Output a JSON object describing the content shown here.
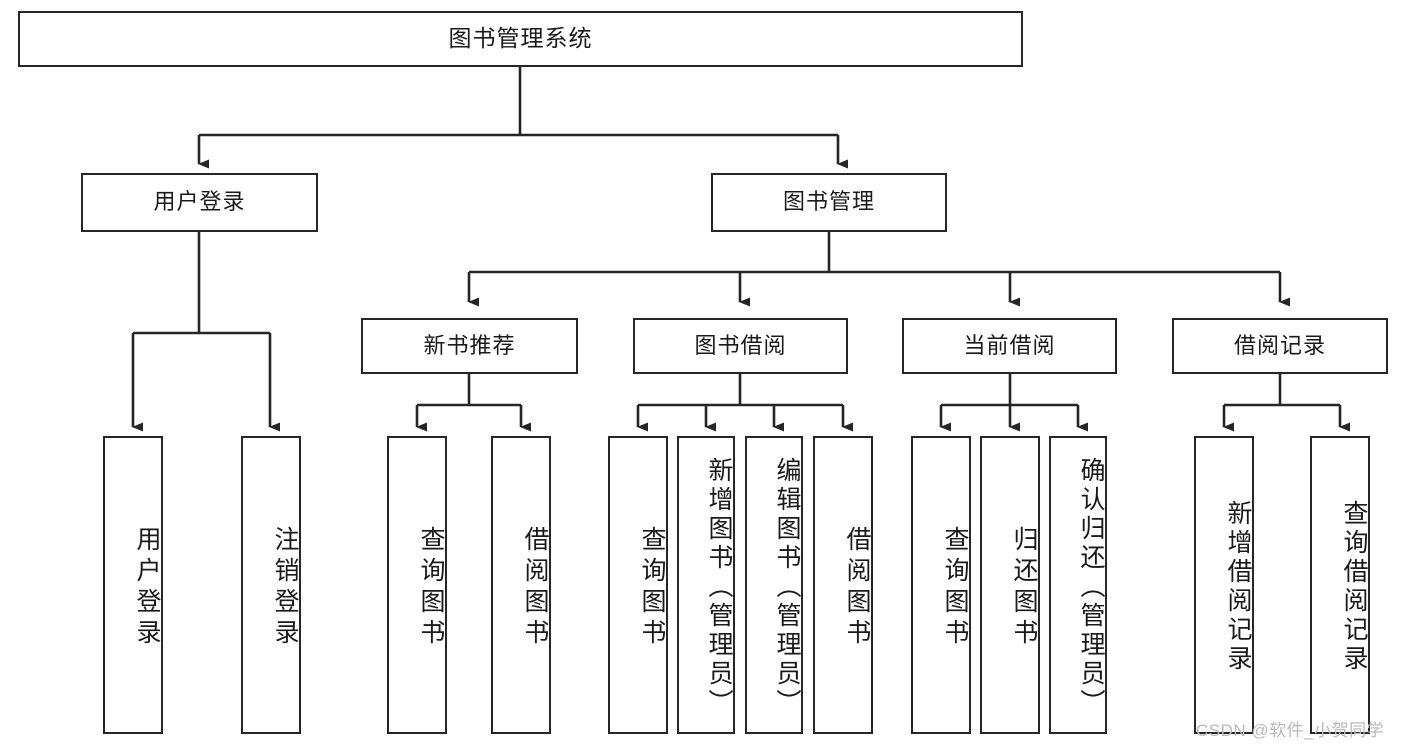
{
  "diagram": {
    "title": "图书管理系统",
    "type": "functional-structure-tree",
    "watermark": "CSDN @软件_小贺同学",
    "colors": {
      "stroke": "#262626",
      "text": "#1a1a1a",
      "background": "#ffffff",
      "watermark": "#b9b9b9"
    },
    "levels": {
      "root": {
        "label": "图书管理系统"
      },
      "level2": [
        {
          "label": "用户登录"
        },
        {
          "label": "图书管理"
        }
      ],
      "level3": [
        {
          "label": "新书推荐"
        },
        {
          "label": "图书借阅"
        },
        {
          "label": "当前借阅"
        },
        {
          "label": "借阅记录"
        }
      ],
      "leaves": {
        "user_login": [
          {
            "label": "用户登录"
          },
          {
            "label": "注销登录"
          }
        ],
        "new_book_recommend": [
          {
            "label": "查询图书"
          },
          {
            "label": "借阅图书"
          }
        ],
        "book_borrow": [
          {
            "label": "查询图书"
          },
          {
            "label": "新增图书（管理员）"
          },
          {
            "label": "编辑图书（管理员）"
          },
          {
            "label": "借阅图书"
          }
        ],
        "current_borrow": [
          {
            "label": "查询图书"
          },
          {
            "label": "归还图书"
          },
          {
            "label": "确认归还（管理员）"
          }
        ],
        "borrow_records": [
          {
            "label": "新增借阅记录"
          },
          {
            "label": "查询借阅记录"
          }
        ]
      }
    }
  }
}
